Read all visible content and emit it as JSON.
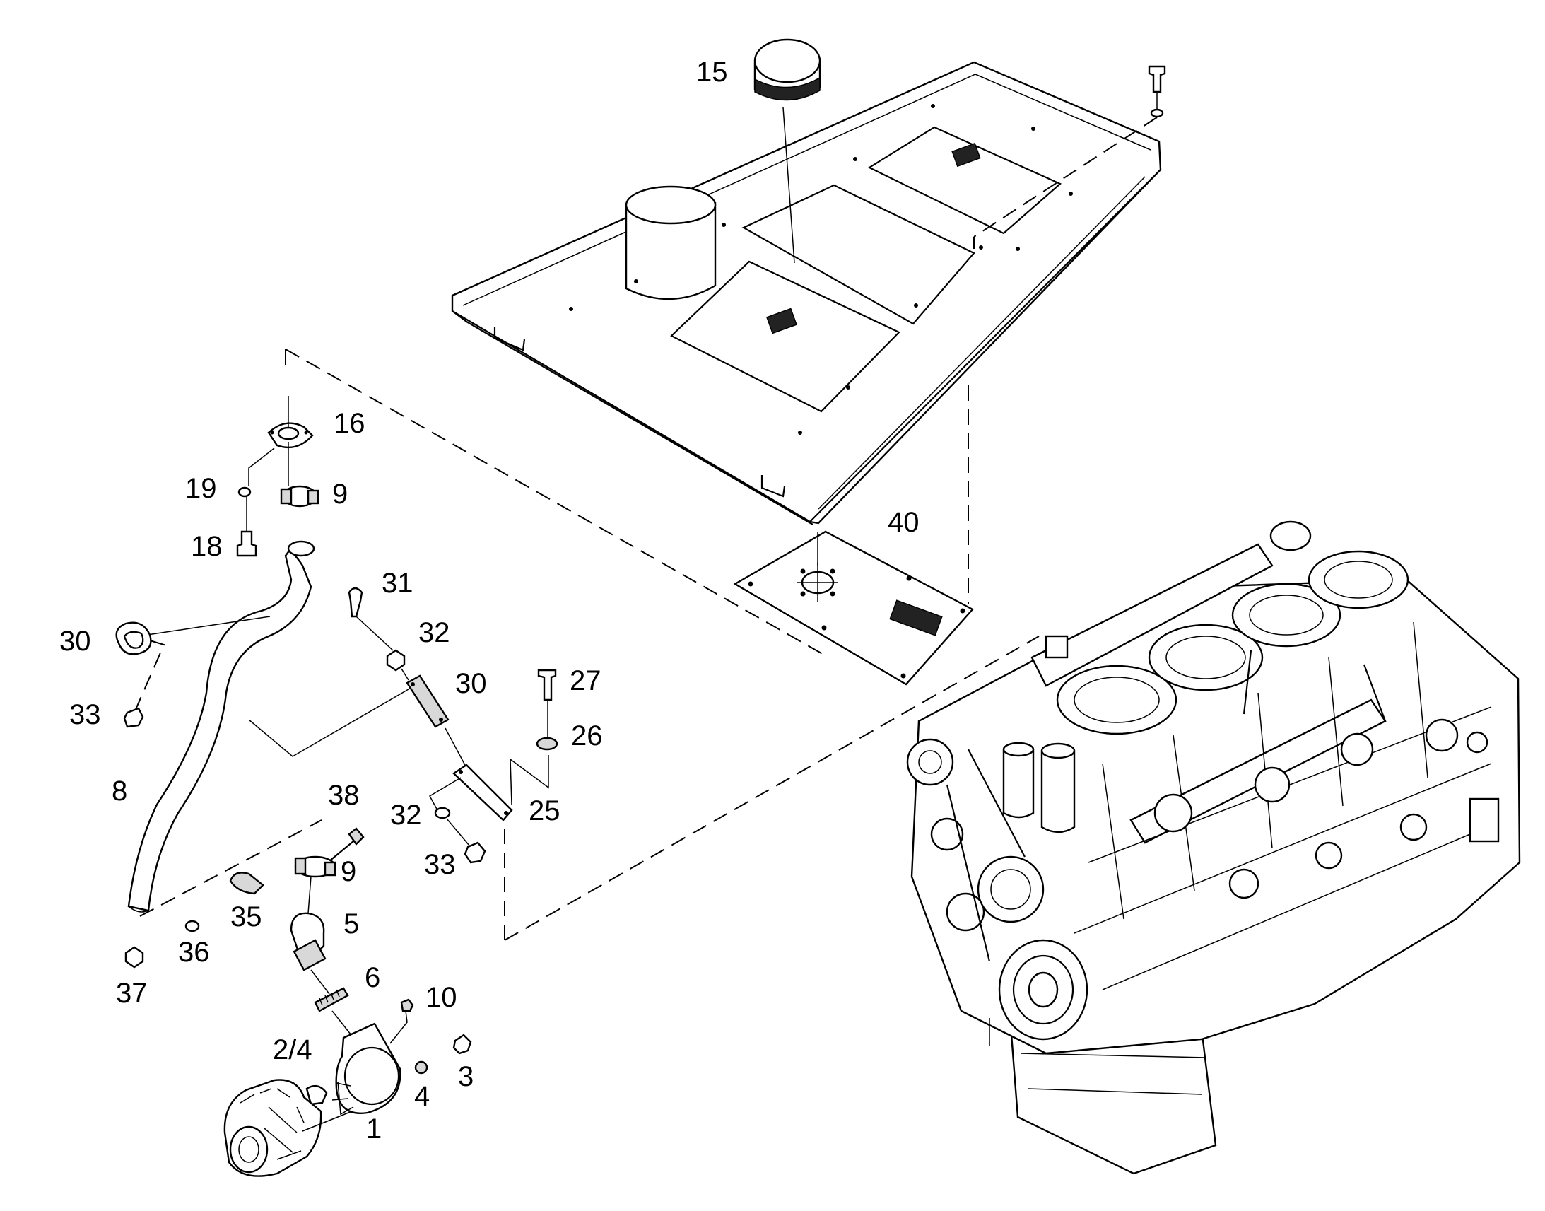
{
  "diagram": {
    "labels": {
      "l15": "15",
      "l16": "16",
      "l19": "19",
      "l9a": "9",
      "l18": "18",
      "l40": "40",
      "l31": "31",
      "l32a": "32",
      "l30a": "30",
      "l30b": "30",
      "l33a": "33",
      "l27": "27",
      "l26": "26",
      "l8": "8",
      "l38": "38",
      "l32b": "32",
      "l25": "25",
      "l33b": "33",
      "l9b": "9",
      "l35": "35",
      "l5": "5",
      "l36": "36",
      "l37": "37",
      "l6": "6",
      "l10": "10",
      "l24": "2/4",
      "l3": "3",
      "l4": "4",
      "l1": "1"
    }
  }
}
